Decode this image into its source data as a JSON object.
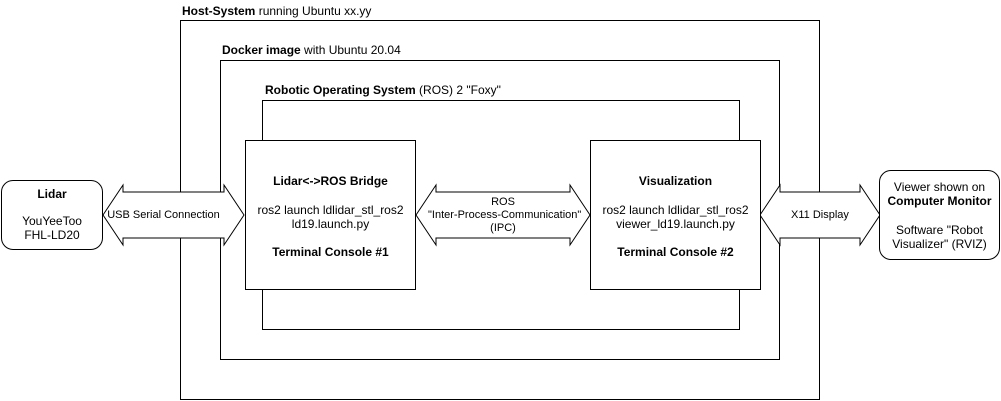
{
  "host": {
    "bold": "Host-System",
    "rest": " running Ubuntu xx.yy"
  },
  "docker": {
    "bold": "Docker image",
    "rest": " with Ubuntu 20.04"
  },
  "ros": {
    "bold": "Robotic Operating System",
    "rest": " (ROS) 2 \"Foxy\""
  },
  "lidar": {
    "title": "Lidar",
    "line1": "YouYeeToo",
    "line2": "FHL-LD20"
  },
  "bridge": {
    "title": "Lidar<->ROS Bridge",
    "line1": "ros2 launch ldlidar_stl_ros2",
    "line2": "ld19.launch.py",
    "console": "Terminal Console #1"
  },
  "visualization": {
    "title": "Visualization",
    "line1": "ros2 launch ldlidar_stl_ros2",
    "line2": "viewer_ld19.launch.py",
    "console": "Terminal Console #2"
  },
  "monitor": {
    "line1": "Viewer shown on",
    "line2": "Computer Monitor",
    "line3": "Software \"Robot",
    "line4": "Visualizer\" (RVIZ)"
  },
  "arrows": {
    "usb": "USB Serial Connection",
    "ipc_line1": "ROS",
    "ipc_line2": "\"Inter-Process-Communication\"",
    "ipc_line3": "(IPC)",
    "x11": "X11 Display"
  }
}
